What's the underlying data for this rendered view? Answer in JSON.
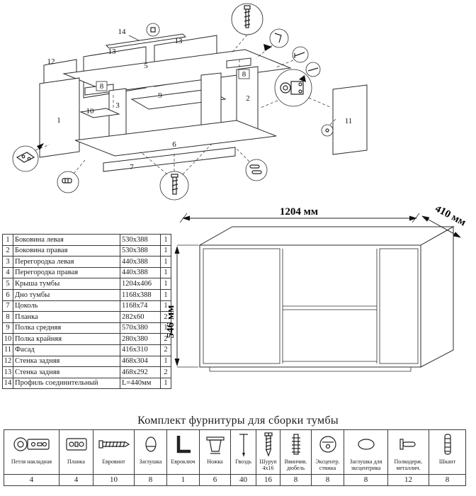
{
  "diagram": {
    "labels": {
      "l14": "14",
      "l12": "12",
      "l13a": "13",
      "l13b": "13",
      "l5": "5",
      "l8a": "8",
      "l8b": "8",
      "l3": "3",
      "l9": "9",
      "l2": "2",
      "l10": "10",
      "l1": "1",
      "l6": "6",
      "l7": "7",
      "l11": "11"
    }
  },
  "dimensions": {
    "width": "1204 мм",
    "depth": "410 мм",
    "height": "546 мм"
  },
  "parts_table": {
    "rows": [
      {
        "n": "1",
        "name": "Боковина левая",
        "size": "530x388",
        "qty": "1"
      },
      {
        "n": "2",
        "name": "Боковина правая",
        "size": "530x388",
        "qty": "1"
      },
      {
        "n": "3",
        "name": "Перегородка левая",
        "size": "440x388",
        "qty": "1"
      },
      {
        "n": "4",
        "name": "Перегородка правая",
        "size": "440x388",
        "qty": "1"
      },
      {
        "n": "5",
        "name": "Крыша тумбы",
        "size": "1204x406",
        "qty": "1"
      },
      {
        "n": "6",
        "name": "Дно тумбы",
        "size": "1168x388",
        "qty": "1"
      },
      {
        "n": "7",
        "name": "Цоколь",
        "size": "1168x74",
        "qty": "1"
      },
      {
        "n": "8",
        "name": "Планка",
        "size": "282x60",
        "qty": "2"
      },
      {
        "n": "9",
        "name": "Полка средняя",
        "size": "570x380",
        "qty": "1"
      },
      {
        "n": "10",
        "name": "Полка крайняя",
        "size": "280x380",
        "qty": "2"
      },
      {
        "n": "11",
        "name": "Фасад",
        "size": "416x310",
        "qty": "2"
      },
      {
        "n": "12",
        "name": "Стенка задняя",
        "size": "468x304",
        "qty": "1"
      },
      {
        "n": "13",
        "name": "Стенка задняя",
        "size": "468x292",
        "qty": "2"
      },
      {
        "n": "14",
        "name": "Профиль соединительный",
        "size": "L=440мм",
        "qty": "1"
      }
    ]
  },
  "hardware": {
    "title": "Комплект фурнитуры для сборки тумбы",
    "items": [
      {
        "name": "Петля накладная",
        "qty": "4",
        "icon": "hinge-icon"
      },
      {
        "name": "Планка",
        "qty": "4",
        "icon": "plate-icon"
      },
      {
        "name": "Евровинт",
        "qty": "10",
        "icon": "euroscrew-icon"
      },
      {
        "name": "Заглушка",
        "qty": "8",
        "icon": "cap-icon"
      },
      {
        "name": "Евроключ",
        "qty": "1",
        "icon": "hexkey-icon"
      },
      {
        "name": "Ножка",
        "qty": "6",
        "icon": "leg-icon"
      },
      {
        "name": "Гвоздь",
        "qty": "40",
        "icon": "nail-icon"
      },
      {
        "name": "Шуруп 4x16",
        "qty": "16",
        "icon": "screw-icon"
      },
      {
        "name": "Ввинчив. дюбель",
        "qty": "8",
        "icon": "screw-dowel-icon"
      },
      {
        "name": "Эксцентр. стяжка",
        "qty": "8",
        "icon": "cam-lock-icon"
      },
      {
        "name": "Заглушка для эксцентрика",
        "qty": "8",
        "icon": "cam-cap-icon"
      },
      {
        "name": "Полкодерж. металлич.",
        "qty": "12",
        "icon": "shelf-support-icon"
      },
      {
        "name": "Шкант",
        "qty": "8",
        "icon": "dowel-icon"
      }
    ]
  }
}
